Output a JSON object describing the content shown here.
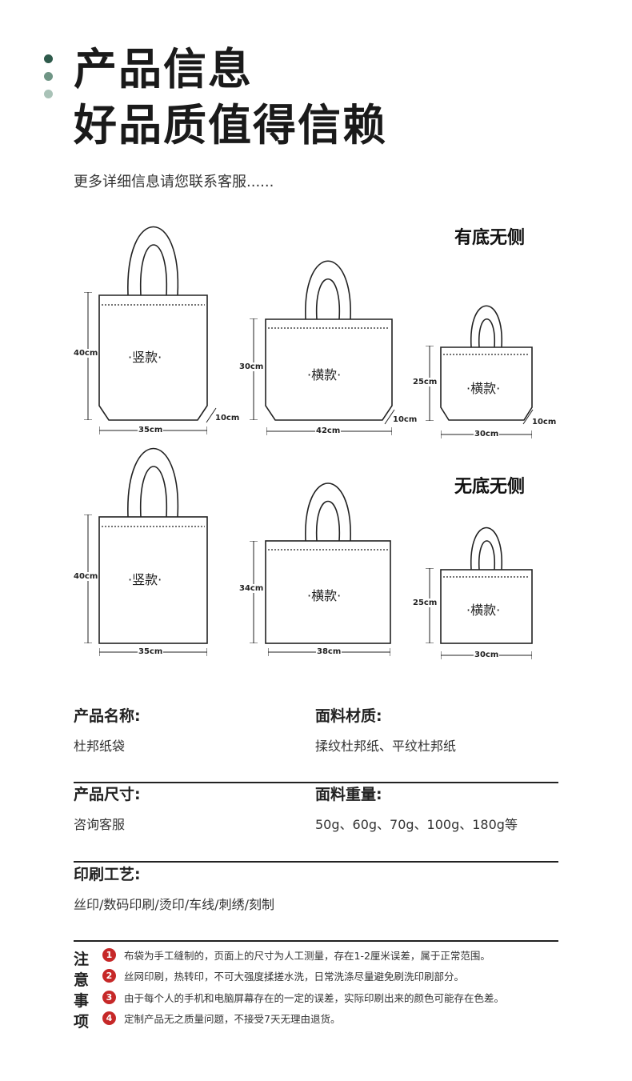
{
  "header": {
    "title_line1": "产品信息",
    "title_line2": "好品质值得信赖",
    "subtitle": "更多详细信息请您联系客服......",
    "dot_colors": [
      "#2e5a4b",
      "#6f9585",
      "#a9c2b7"
    ]
  },
  "groups": [
    {
      "label": "有底无侧",
      "bags": [
        {
          "style": "·竖款·",
          "height": "40cm",
          "width": "35cm",
          "gusset": "10cm"
        },
        {
          "style": "·横款·",
          "height": "30cm",
          "width": "42cm",
          "gusset": "10cm"
        },
        {
          "style": "·横款·",
          "height": "25cm",
          "width": "30cm",
          "gusset": "10cm"
        }
      ]
    },
    {
      "label": "无底无侧",
      "bags": [
        {
          "style": "·竖款·",
          "height": "40cm",
          "width": "35cm"
        },
        {
          "style": "·横款·",
          "height": "34cm",
          "width": "38cm"
        },
        {
          "style": "·横款·",
          "height": "25cm",
          "width": "30cm"
        }
      ]
    }
  ],
  "info": {
    "name_label": "产品名称:",
    "name_value": "杜邦纸袋",
    "material_label": "面料材质:",
    "material_value": "揉纹杜邦纸、平纹杜邦纸",
    "size_label": "产品尺寸:",
    "size_value": "咨询客服",
    "weight_label": "面料重量:",
    "weight_value": "50g、60g、70g、100g、180g等",
    "print_label": "印刷工艺:",
    "print_value": "丝印/数码印刷/烫印/车线/刺绣/刻制"
  },
  "notes": {
    "label": "注意事项",
    "items": [
      {
        "num": "1",
        "text": "布袋为手工缝制的，页面上的尺寸为人工测量，存在1-2厘米误差，属于正常范围。"
      },
      {
        "num": "2",
        "text": "丝网印刷，热转印，不可大强度揉搓水洗，日常洗涤尽量避免刷洗印刷部分。"
      },
      {
        "num": "3",
        "text": "由于每个人的手机和电脑屏幕存在的一定的误差，实际印刷出来的颜色可能存在色差。"
      },
      {
        "num": "4",
        "text": "定制产品无之质量问题，不接受7天无理由退货。"
      }
    ],
    "accent_color": "#c62828"
  }
}
